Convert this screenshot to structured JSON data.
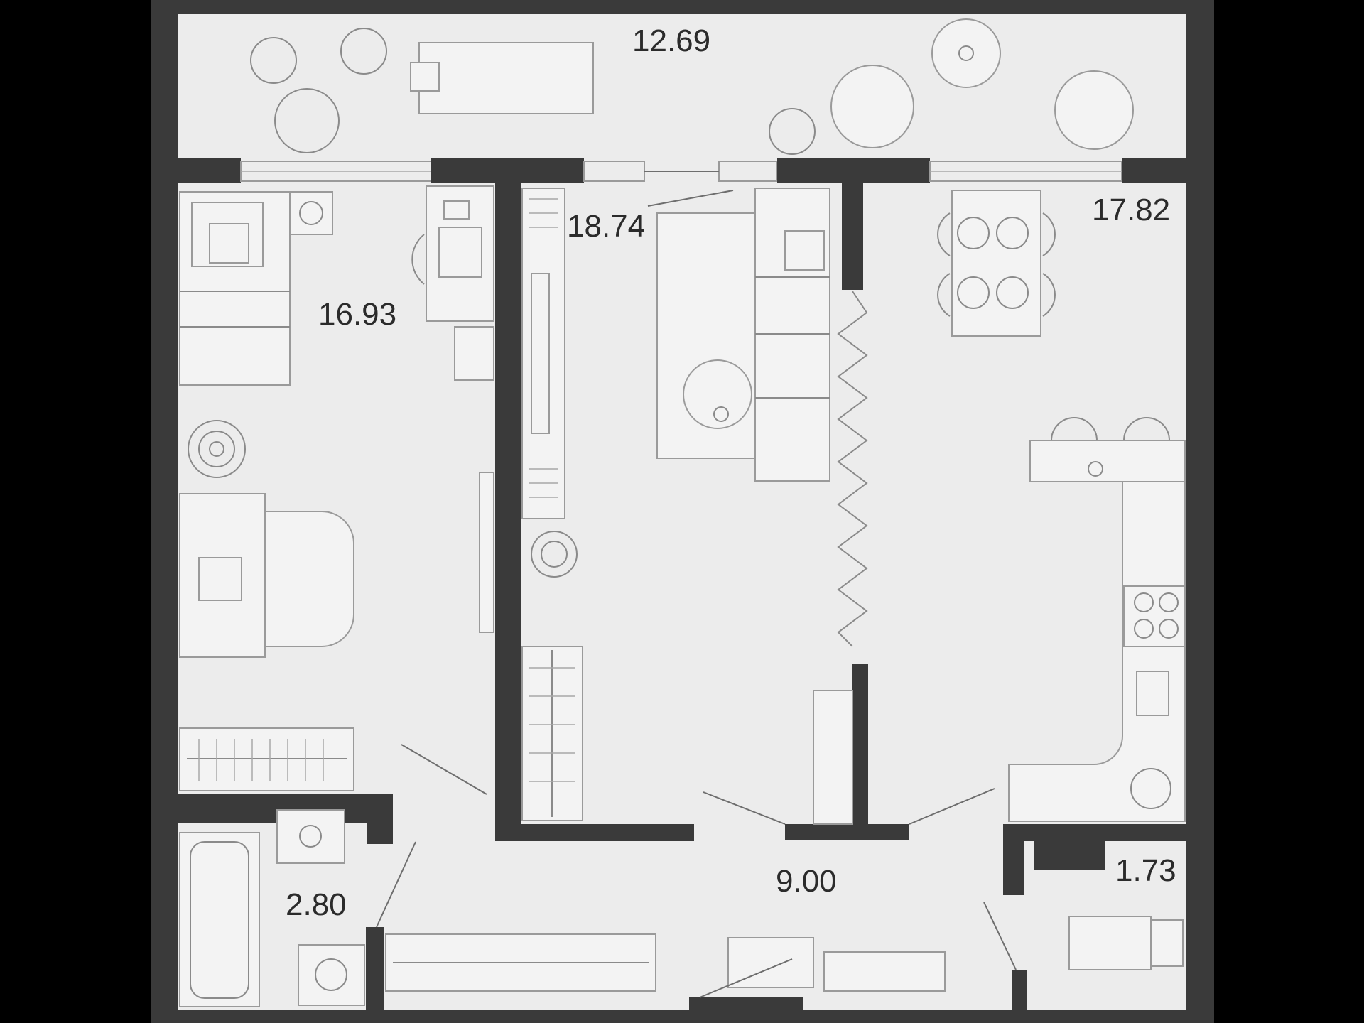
{
  "plan": {
    "rooms": [
      {
        "id": "balcony",
        "area": "12.69"
      },
      {
        "id": "bedroom",
        "area": "16.93"
      },
      {
        "id": "living-room",
        "area": "18.74"
      },
      {
        "id": "kitchen",
        "area": "17.82"
      },
      {
        "id": "hallway",
        "area": "9.00"
      },
      {
        "id": "bathroom",
        "area": "2.80"
      },
      {
        "id": "toilet",
        "area": "1.73"
      }
    ],
    "colors": {
      "background": "#000000",
      "floor": "#ececec",
      "wall": "#3a3a3a",
      "furniture": "#9a9a9a"
    }
  }
}
